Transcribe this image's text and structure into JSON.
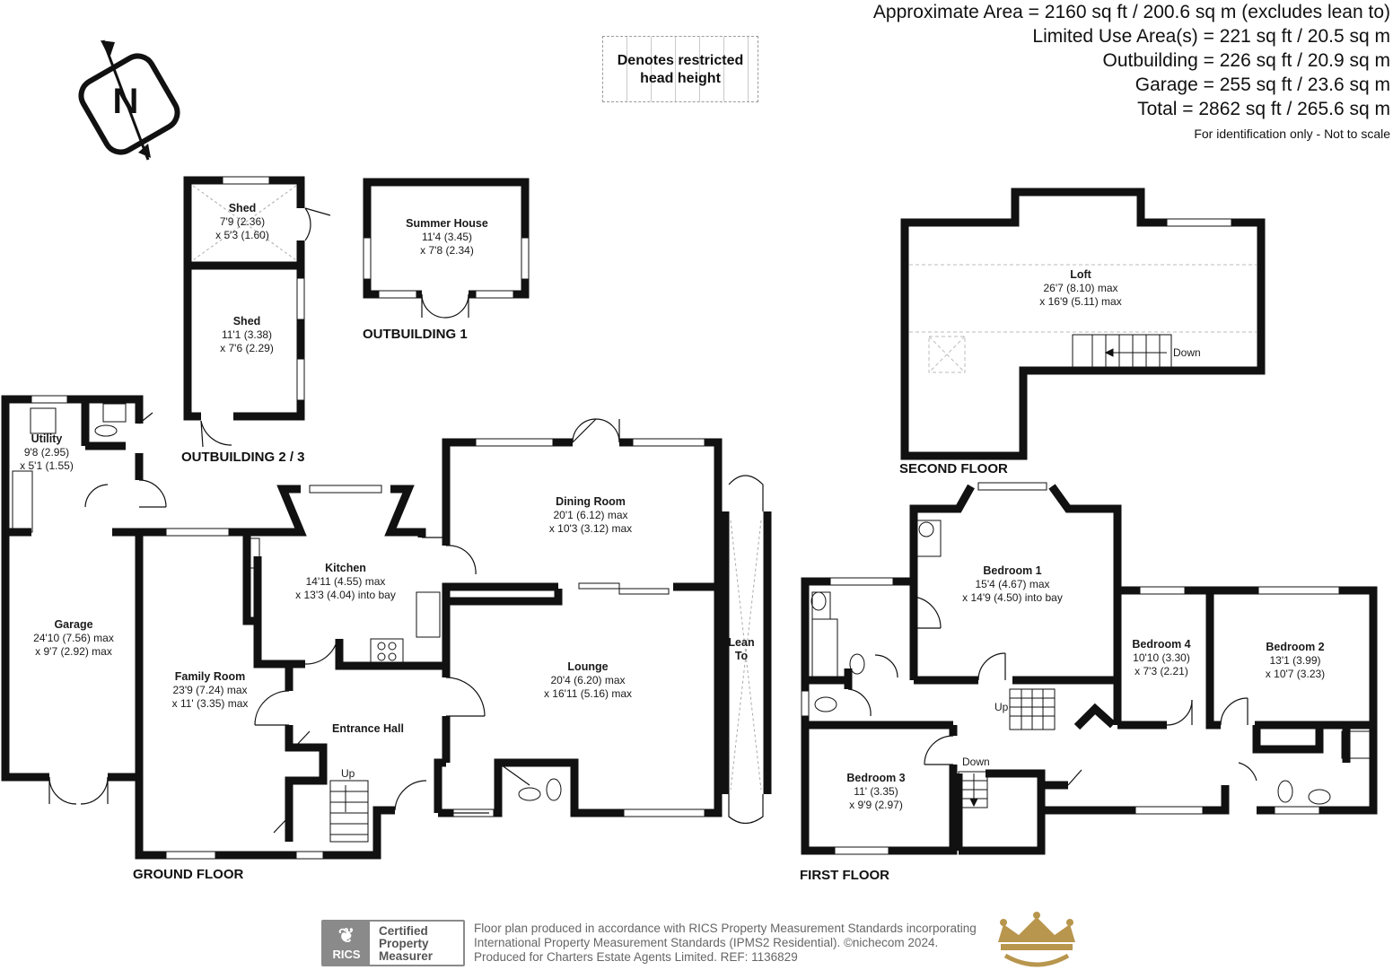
{
  "areas": [
    "Approximate Area = 2160 sq ft / 200.6 sq m (excludes lean to)",
    "Limited Use Area(s) = 221 sq ft / 20.5 sq m",
    "Outbuilding = 226 sq ft / 20.9 sq m",
    "Garage = 255 sq ft / 23.6 sq m",
    "Total = 2862 sq ft / 265.6 sq m"
  ],
  "scale_note": "For identification only - Not to scale",
  "legend_text": "Denotes restricted\nhead height",
  "compass_letter": "N",
  "floors": {
    "ground": "GROUND FLOOR",
    "first": "FIRST FLOOR",
    "second": "SECOND FLOOR",
    "outbuilding1": "OUTBUILDING 1",
    "outbuilding23": "OUTBUILDING 2 / 3"
  },
  "rooms": [
    {
      "id": "shed-1",
      "name": "Shed",
      "dims": [
        "7'9 (2.36)",
        "x 5'3 (1.60)"
      ]
    },
    {
      "id": "shed-2",
      "name": "Shed",
      "dims": [
        "11'1 (3.38)",
        "x 7'6 (2.29)"
      ]
    },
    {
      "id": "summer-house",
      "name": "Summer House",
      "dims": [
        "11'4 (3.45)",
        "x 7'8 (2.34)"
      ]
    },
    {
      "id": "utility",
      "name": "Utility",
      "dims": [
        "9'8 (2.95)",
        "x 5'1 (1.55)"
      ]
    },
    {
      "id": "garage",
      "name": "Garage",
      "dims": [
        "24'10 (7.56) max",
        "x 9'7 (2.92) max"
      ]
    },
    {
      "id": "family-room",
      "name": "Family Room",
      "dims": [
        "23'9 (7.24) max",
        "x 11' (3.35) max"
      ]
    },
    {
      "id": "kitchen",
      "name": "Kitchen",
      "dims": [
        "14'11 (4.55) max",
        "x 13'3 (4.04) into bay"
      ]
    },
    {
      "id": "entrance-hall",
      "name": "Entrance Hall",
      "dims": []
    },
    {
      "id": "dining-room",
      "name": "Dining Room",
      "dims": [
        "20'1 (6.12) max",
        "x 10'3 (3.12) max"
      ]
    },
    {
      "id": "lounge",
      "name": "Lounge",
      "dims": [
        "20'4 (6.20) max",
        "x 16'11 (5.16) max"
      ]
    },
    {
      "id": "lean-to",
      "name": "Lean\nTo",
      "dims": []
    },
    {
      "id": "loft",
      "name": "Loft",
      "dims": [
        "26'7 (8.10) max",
        "x 16'9 (5.11) max"
      ]
    },
    {
      "id": "bedroom-1",
      "name": "Bedroom 1",
      "dims": [
        "15'4 (4.67) max",
        "x 14'9 (4.50) into bay"
      ]
    },
    {
      "id": "bedroom-4",
      "name": "Bedroom 4",
      "dims": [
        "10'10 (3.30)",
        "x 7'3 (2.21)"
      ]
    },
    {
      "id": "bedroom-2",
      "name": "Bedroom 2",
      "dims": [
        "13'1 (3.99)",
        "x 10'7 (3.23)"
      ]
    },
    {
      "id": "bedroom-3",
      "name": "Bedroom 3",
      "dims": [
        "11' (3.35)",
        "x 9'9 (2.97)"
      ]
    }
  ],
  "stair_labels": {
    "ground_up": "Up",
    "first_up": "Up",
    "first_down": "Down",
    "loft_down": "Down"
  },
  "footer": {
    "badge_brand": "RICS",
    "badge_text": "Certified\nProperty\nMeasurer",
    "text": "Floor plan produced in accordance with RICS Property Measurement Standards incorporating\nInternational Property Measurement Standards (IPMS2 Residential).   ©nichecom 2024.\nProduced for Charters Estate Agents Limited.   REF:  1136829"
  },
  "colors": {
    "wall": "#111111",
    "crown": "#b8964e",
    "badge": "#8a8a8a"
  }
}
